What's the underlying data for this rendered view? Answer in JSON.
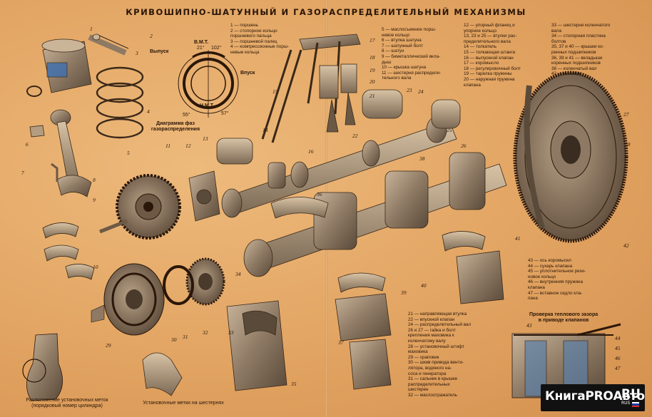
{
  "title": "КРИВОШИПНО-ШАТУННЫЙ И ГАЗОРАСПРЕДЕЛИТЕЛЬНЫЙ МЕХАНИЗМЫ",
  "timing_diagram": {
    "caption": "Диаграмма фаз газораспределения",
    "vmt": "В.М.Т.",
    "nmt": "Н.М.Т.",
    "exhaust": "Выпуск",
    "intake": "Впуск",
    "angle_top_left": "21°",
    "angle_top_right": "102°",
    "angle_bottom_left": "55°",
    "angle_bottom_right": "57°"
  },
  "legend_1": [
    "1 — поршень",
    "2 — стопорное кольцо",
    "      поршневого пальца",
    "3 — поршневой палец",
    "4 — компрессионные порш-",
    "      невые кольца"
  ],
  "legend_2": [
    "5 — маслосъемное порш-",
    "      невое кольцо",
    "6 — втулка шатуна",
    "7 — шатунный болт",
    "8 — шатун",
    "9 — биметаллический вкла-",
    "      дыш",
    "10 — крышка шатуна",
    "11 — шестерня распредели-",
    "      тельного вала"
  ],
  "legend_3": [
    "12 — упорный фланец и",
    "      упорное кольцо",
    "13, 23 и 25 — втулки рас-",
    "      пределительного вала",
    "14 — толкатель",
    "15 — толкающая штанга",
    "16 — выпускной клапан",
    "17 — коромысло",
    "18 — регулировочный болт",
    "19 — тарелка пружины",
    "20 — наружная пружина",
    "      клапана"
  ],
  "legend_4": [
    "33 — шестерня коленчатого",
    "      вала",
    "34 — стопорная пластина",
    "      болтов",
    "35, 37 и 40 — крышки ко-",
    "      ренных подшипников",
    "36, 39 и 41 — вкладыши",
    "      коренных подшипников",
    "38 — коленчатый вал",
    "42 — маховик"
  ],
  "legend_5": [
    "43 — ось коромысел",
    "44 — сухарь клапана",
    "45 — уплотнительное рези-",
    "      новое кольцо",
    "46 — внутренняя пружина",
    "      клапана",
    "47 — вставное седло кла-",
    "      пана"
  ],
  "legend_6": [
    "21 — направляющая втулка",
    "22 — впускной клапан",
    "24 — распределительный вал",
    "26 и 27 — гайка и болт",
    "      крепления маховика к",
    "      коленчатому валу",
    "28 — установочный штифт",
    "      маховика",
    "29 — храповик",
    "30 — шкив привода венти-",
    "      лятора, водяного на-",
    "      соса и генератора",
    "31 — сальник в крышке",
    "      распределительных",
    "      шестерен",
    "32 — маслоотражатель"
  ],
  "inset_title": [
    "Проверка теплового зазора",
    "в приводе клапанов"
  ],
  "caption_marks_rod": [
    "Расположение установочных меток",
    "(порядковый номер цилиндра)"
  ],
  "caption_marks_gears": "Установочные метки на шестернях",
  "part_numbers": [
    "1",
    "2",
    "3",
    "4",
    "5",
    "6",
    "7",
    "8",
    "9",
    "10",
    "11",
    "12",
    "13",
    "14",
    "15",
    "16",
    "17",
    "18",
    "19",
    "20",
    "21",
    "22",
    "23",
    "24",
    "25",
    "26",
    "27",
    "28",
    "29",
    "30",
    "31",
    "32",
    "33",
    "34",
    "35",
    "36",
    "37",
    "38",
    "39",
    "40",
    "41",
    "42",
    "43",
    "44",
    "45",
    "46",
    "47"
  ],
  "watermark": {
    "text": "КнигаPROАвто",
    "ru": "RU",
    "sub": "RUS"
  },
  "colors": {
    "paper": "#e3a867",
    "ink": "#2b1709",
    "metal": "#8a7560",
    "badge": "#111111"
  }
}
